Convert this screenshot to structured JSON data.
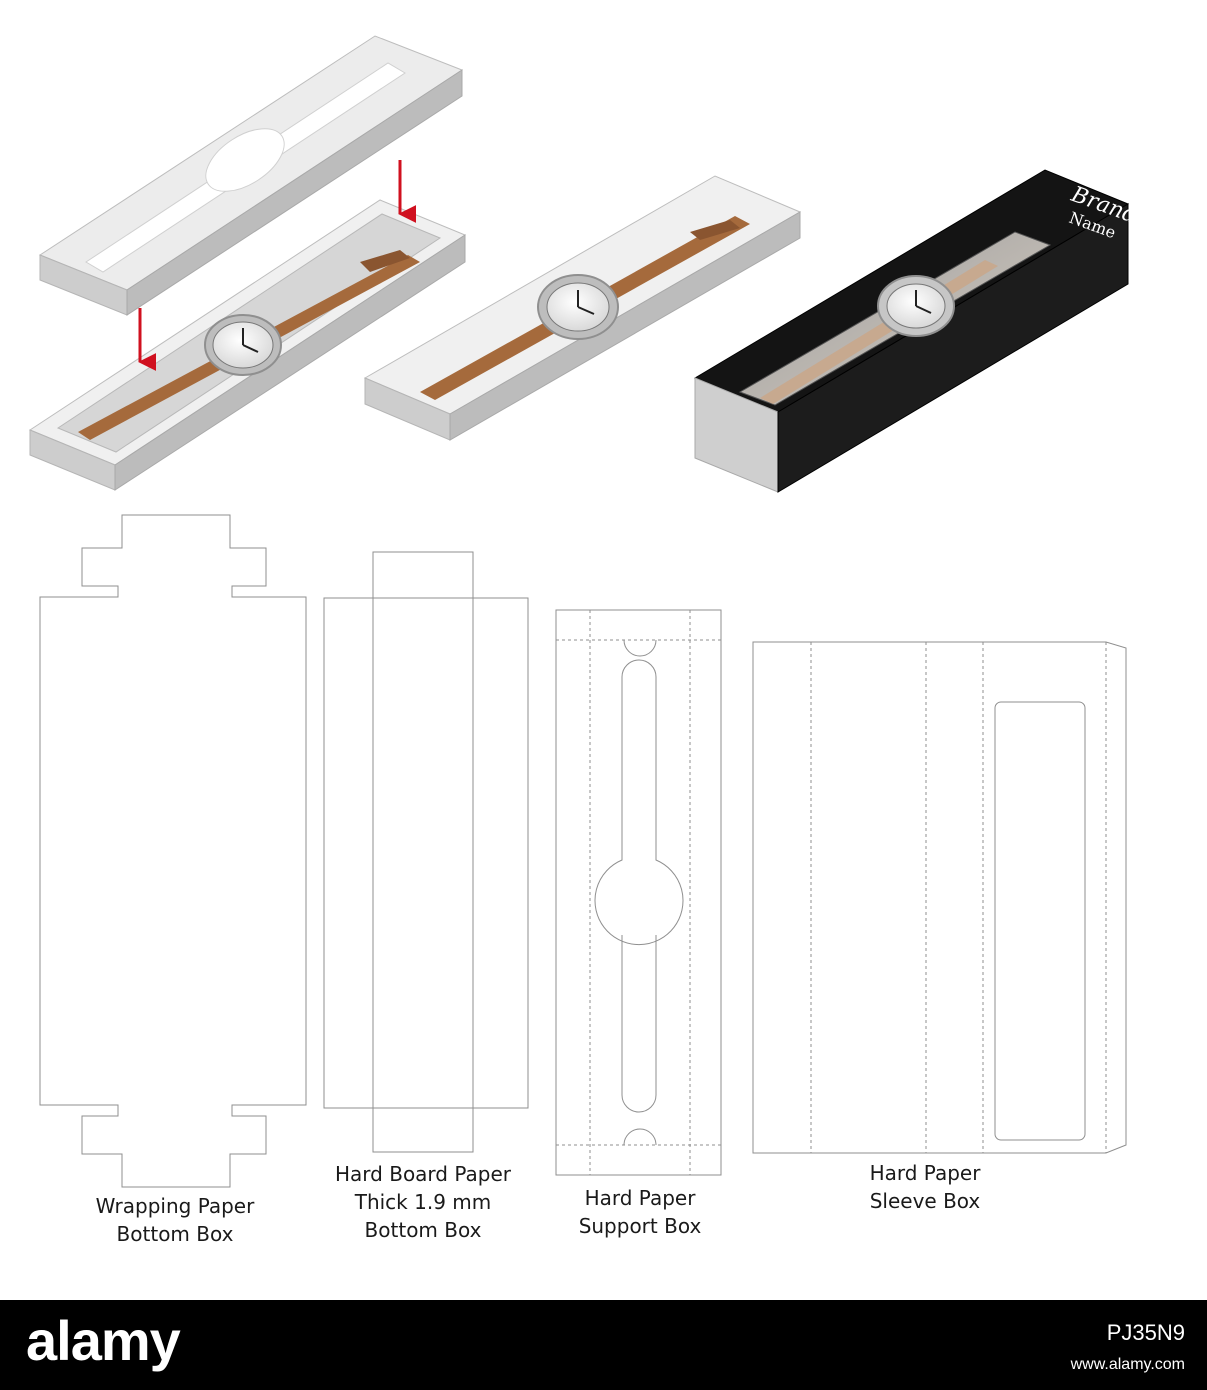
{
  "brand_label": [
    "Brand",
    "Name"
  ],
  "captions": [
    {
      "lines": [
        "Wrapping Paper",
        "Bottom Box"
      ]
    },
    {
      "lines": [
        "Hard Board Paper",
        "Thick 1.9 mm",
        "Bottom Box"
      ]
    },
    {
      "lines": [
        "Hard Paper",
        "Support Box"
      ]
    },
    {
      "lines": [
        "Hard Paper",
        "Sleeve Box"
      ]
    }
  ],
  "watermark": {
    "logo": "alamy",
    "image_id": "PJ35N9",
    "url": "www.alamy.com"
  },
  "colors": {
    "arrow": "#d0101f",
    "box_light": "#e7e7e7",
    "box_side": "#cfcfcf",
    "box_dark": "#b9b9b9",
    "strap": "#a56a3c",
    "sleeve": "#111111",
    "dieline": "#8f8f8f",
    "footer": "#000000"
  }
}
